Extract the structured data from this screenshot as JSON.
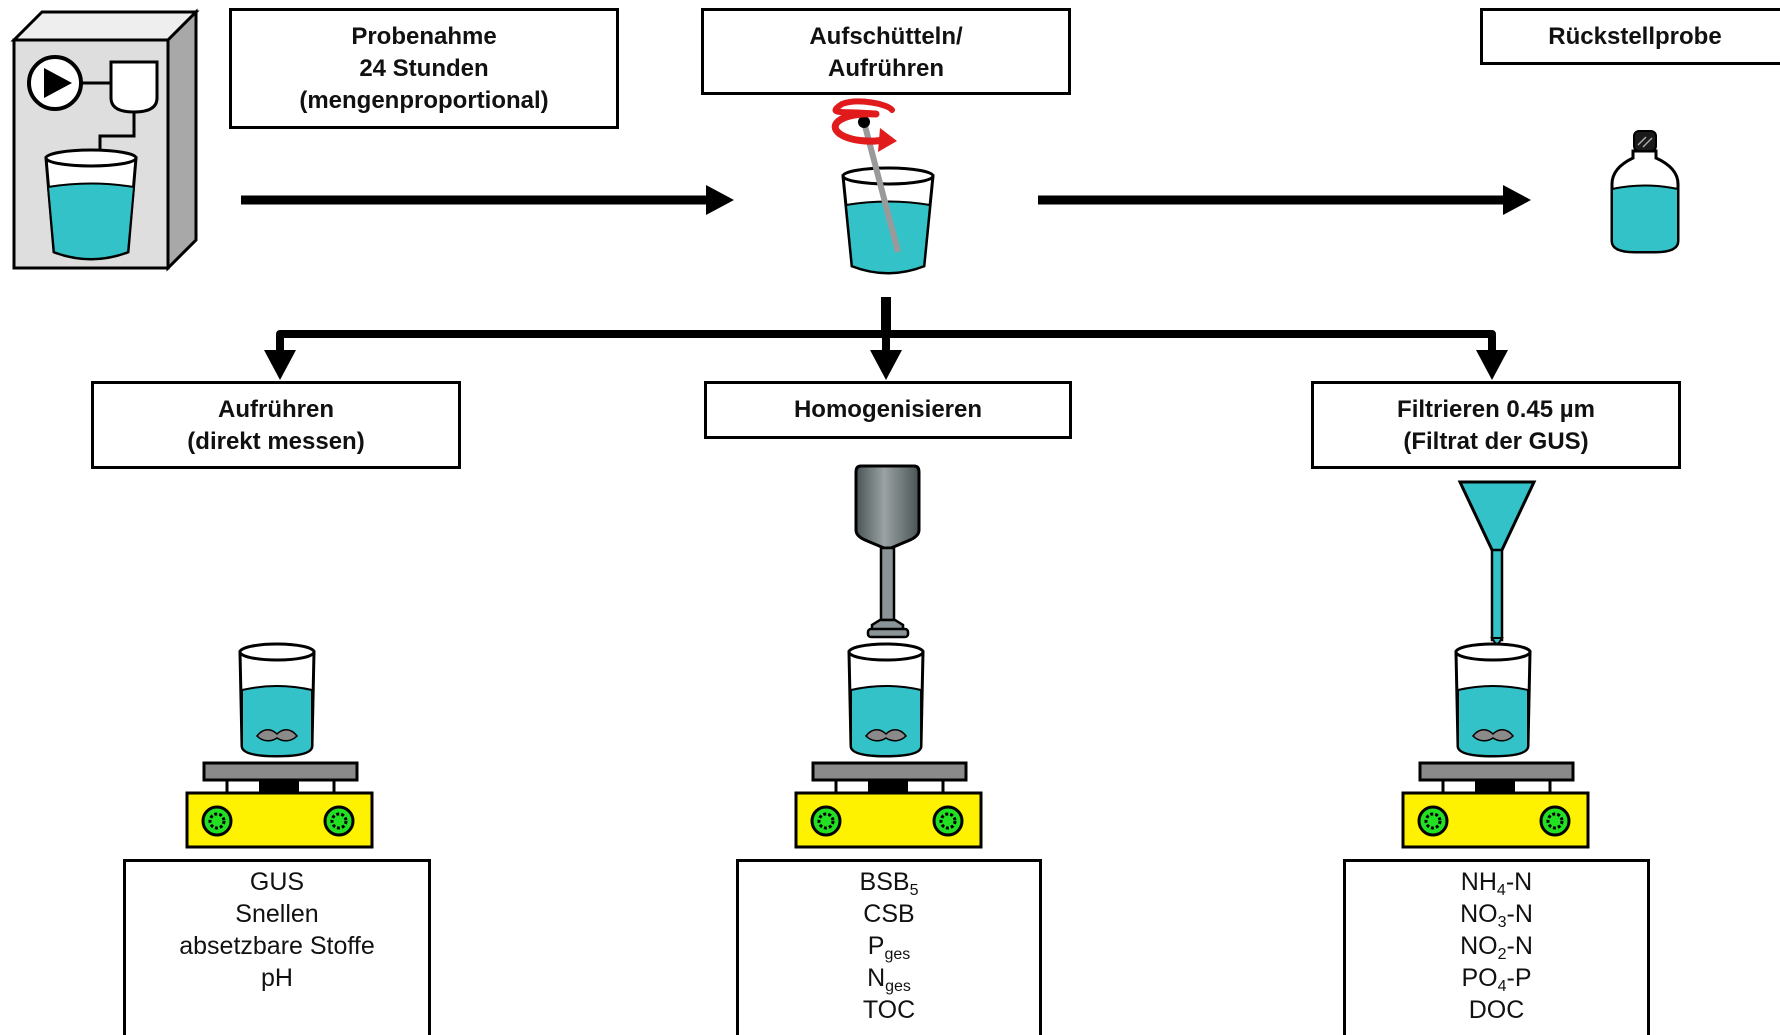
{
  "steps": {
    "probenahme": [
      "Probenahme",
      "24 Stunden",
      "(mengenproportional)"
    ],
    "aufschuetteln": [
      "Aufschütteln/",
      "Aufrühren"
    ],
    "rueckstellprobe": "Rückstellprobe",
    "aufruehren": [
      "Aufrühren",
      "(direkt messen)"
    ],
    "homogenisieren": "Homogenisieren",
    "filtrieren": [
      "Filtrieren 0.45 µm",
      "(Filtrat der GUS)"
    ]
  },
  "results": {
    "direkt": [
      "GUS",
      "Snellen",
      "absetzbare Stoffe",
      "pH"
    ],
    "homogen": {
      "bsb": {
        "base": "BSB",
        "sub": "5"
      },
      "csb": "CSB",
      "pges": {
        "base": "P",
        "sub": "ges"
      },
      "nges": {
        "base": "N",
        "sub": "ges"
      },
      "toc": "TOC"
    },
    "filtrat": {
      "nh4": {
        "pre": "NH",
        "sub": "4",
        "post": "-N"
      },
      "no3": {
        "pre": "NO",
        "sub": "3",
        "post": "-N"
      },
      "no2": {
        "pre": "NO",
        "sub": "2",
        "post": "-N"
      },
      "po4": {
        "pre": "PO",
        "sub": "4",
        "post": "-P"
      },
      "doc": "DOC"
    }
  },
  "colors": {
    "water": "#33c2c8",
    "plate": "#fff200",
    "knob": "#22e022",
    "stirrer_arrow": "#e11b1b",
    "homogenizer": "#707a7c"
  }
}
